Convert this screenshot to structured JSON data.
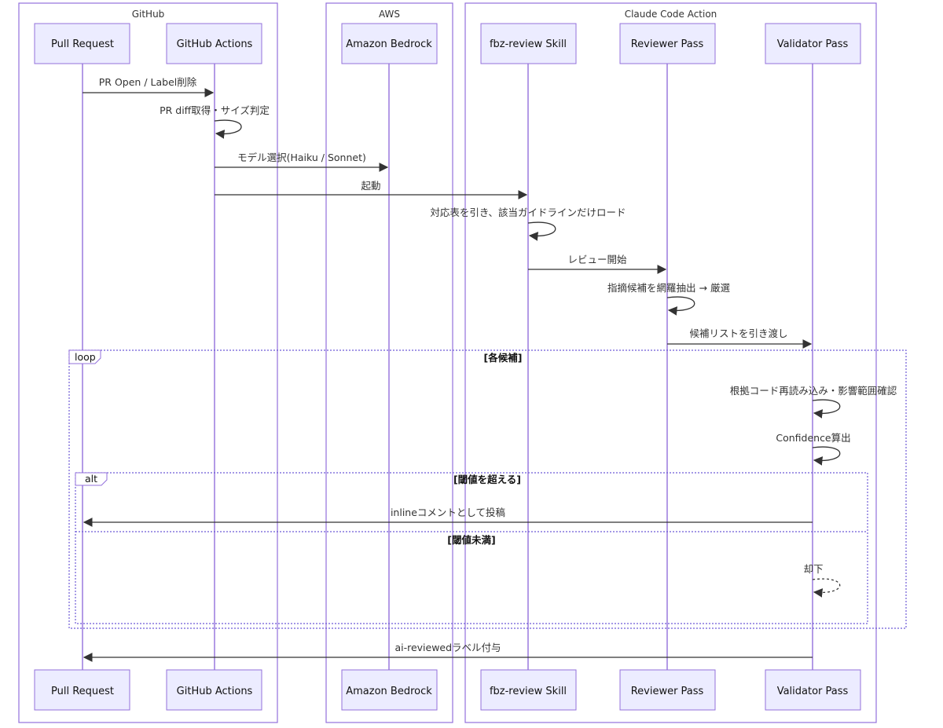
{
  "groups": [
    {
      "label": "GitHub"
    },
    {
      "label": "AWS"
    },
    {
      "label": "Claude Code Action"
    }
  ],
  "actors": [
    {
      "label": "Pull Request"
    },
    {
      "label": "GitHub Actions"
    },
    {
      "label": "Amazon Bedrock"
    },
    {
      "label": "fbz-review Skill"
    },
    {
      "label": "Reviewer Pass"
    },
    {
      "label": "Validator Pass"
    }
  ],
  "messages": [
    {
      "from": 0,
      "to": 1,
      "label": "PR Open / Label削除"
    },
    {
      "from": 1,
      "to": 1,
      "label": "PR diff取得・サイズ判定"
    },
    {
      "from": 1,
      "to": 2,
      "label": "モデル選択(Haiku / Sonnet)"
    },
    {
      "from": 1,
      "to": 3,
      "label": "起動"
    },
    {
      "from": 3,
      "to": 3,
      "label": "対応表を引き、該当ガイドラインだけロード"
    },
    {
      "from": 3,
      "to": 4,
      "label": "レビュー開始"
    },
    {
      "from": 4,
      "to": 4,
      "label": "指摘候補を網羅抽出 → 厳選"
    },
    {
      "from": 4,
      "to": 5,
      "label": "候補リストを引き渡し"
    },
    {
      "from": 5,
      "to": 5,
      "label": "根拠コード再読み込み・影響範囲確認"
    },
    {
      "from": 5,
      "to": 5,
      "label": "Confidence算出"
    },
    {
      "from": 5,
      "to": 0,
      "label": "inlineコメントとして投稿"
    },
    {
      "from": 5,
      "to": 5,
      "label": "却下",
      "dashed": true
    },
    {
      "from": 5,
      "to": 0,
      "label": "ai-reviewedラベル付与"
    }
  ],
  "frames": [
    {
      "tag": "loop",
      "condition": "[各候補]"
    },
    {
      "tag": "alt",
      "condition": "[閾値を超える]",
      "else_condition": "[閾値未満]"
    }
  ],
  "colors": {
    "actor_fill": "#ECECFF",
    "actor_border": "#9370DB",
    "lifeline": "#9370DB",
    "frame_border": "#6E5BD6",
    "message": "#333333"
  }
}
